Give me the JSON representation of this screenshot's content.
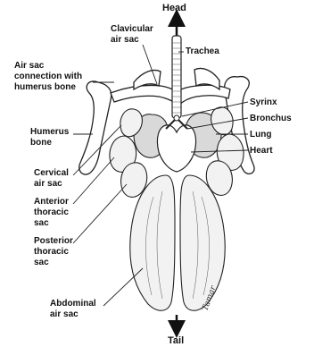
{
  "labels": {
    "head": "Head",
    "tail": "Tail",
    "clavicular_1": "Clavicular",
    "clavicular_2": "air sac",
    "trachea": "Trachea",
    "airsac_humerus_1": "Air sac",
    "airsac_humerus_2": "connection with",
    "airsac_humerus_3": "humerus bone",
    "syrinx": "Syrinx",
    "bronchus": "Bronchus",
    "lung": "Lung",
    "heart": "Heart",
    "humerus_1": "Humerus",
    "humerus_2": "bone",
    "cervical_1": "Cervical",
    "cervical_2": "air sac",
    "anterior_1": "Anterior",
    "anterior_2": "thoracic",
    "anterior_3": "sac",
    "posterior_1": "Posterior",
    "posterior_2": "thoracic",
    "posterior_3": "sac",
    "abdominal_1": "Abdominal",
    "abdominal_2": "air sac"
  },
  "signature": "Tamar"
}
